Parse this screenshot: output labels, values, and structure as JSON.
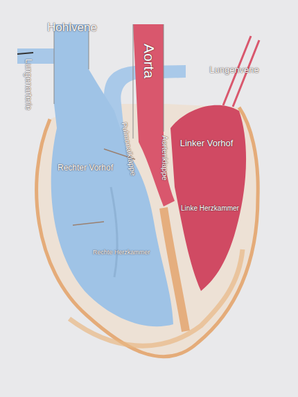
{
  "diagram": {
    "labels": [
      "Hohlvene",
      "Aorta",
      "Lungenvene",
      "Lungenarterie",
      "Pulmonalklappe",
      "Aortenklappe",
      "Linker Vorhof",
      "Rechter Vorhof",
      "Linke Herzkammer",
      "Rechte Herzkammer"
    ]
  }
}
